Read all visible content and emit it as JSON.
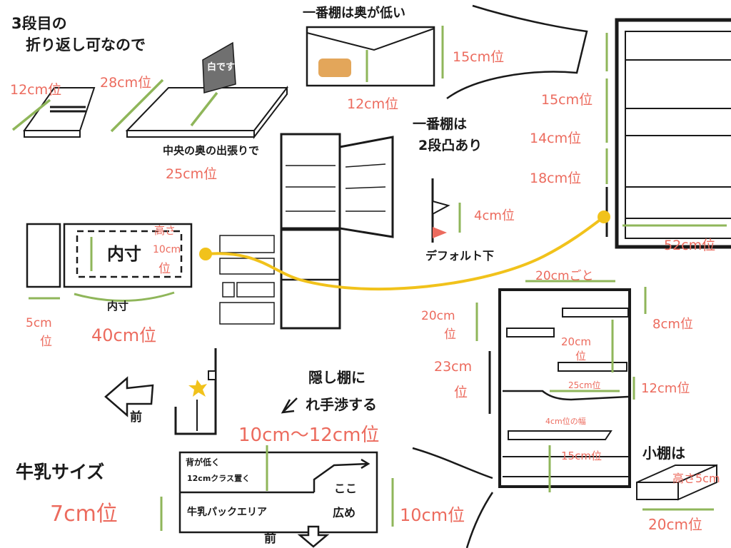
{
  "notes": {
    "fold_note_l1": "3段目の",
    "fold_note_l2": "折り返し可なので",
    "left_12": "12cm位",
    "left_28": "28cm位",
    "shiro": "白です",
    "center_back": "中央の奥の出張りで",
    "center_25": "25cm位",
    "top_shelf_low": "一番棚は奥が低い",
    "top_15": "15cm位",
    "top_12": "12cm位",
    "step_l1": "一番棚は",
    "step_l2": "2段凸あり",
    "step_4": "4cm位",
    "default_down": "デフォルト下",
    "right_15": "15cm位",
    "right_14": "14cm位",
    "right_18": "18cm位",
    "right_52": "52cm位",
    "box_naisun": "内寸",
    "box_height_l1": "高さ",
    "box_height_l2": "10cm",
    "box_height_l3": "位",
    "box_5": "5cm",
    "box_5b": "位",
    "box_hn": "内寸",
    "box_40": "40cm位",
    "door_top_20": "20cmごと",
    "door_20_l1": "20cm",
    "door_20_l2": "位",
    "door_8": "8cm位",
    "door_20b_l1": "20cm",
    "door_20b_l2": "位",
    "door_23_l1": "23cm",
    "door_23_l2": "位",
    "door_12": "12cm位",
    "door_25": "25cm位",
    "door_4cm": "4cm位の幅",
    "door_15": "15cm位",
    "small_shelf": "小棚は",
    "small_height": "高さ5cm",
    "small_20": "20cm位",
    "front_left": "前",
    "hidden_l1": "隠し棚に",
    "hidden_l2": "れ手渉する",
    "hidden_10_12": "10cm～12cm位",
    "milk_size": "牛乳サイズ",
    "milk_7": "7cm位",
    "milk_note_l1": "背が低く",
    "milk_note_l2": "12cmクラス置く",
    "milk_area": "牛乳パックエリア",
    "koko_l1": "ここ",
    "koko_l2": "広め",
    "milk_10": "10cm位",
    "front_bottom": "前"
  },
  "colors": {
    "ink": "#1a1a1a",
    "annotation": "#ec6b5e",
    "measure_line": "#8fb65a",
    "connector": "#f1c21b",
    "tag_fill": "#e3a65a",
    "panel_gray": "#707070"
  }
}
